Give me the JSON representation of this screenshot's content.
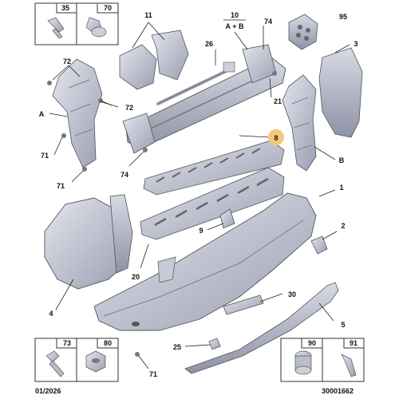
{
  "callouts": {
    "c35": "35",
    "c70": "70",
    "c11": "11",
    "c10a": "10",
    "c10b": "A + B",
    "c74a": "74",
    "c95": "95",
    "c26": "26",
    "c3": "3",
    "c72a": "72",
    "c72b": "72",
    "cA": "A",
    "c21": "21",
    "c8": "8",
    "c71a": "71",
    "c74b": "74",
    "cB": "B",
    "c71b": "71",
    "c1": "1",
    "c9": "9",
    "c2": "2",
    "c20": "20",
    "c4": "4",
    "c30": "30",
    "c5": "5",
    "c73": "73",
    "c80": "80",
    "c25": "25",
    "c71c": "71",
    "c90": "90",
    "c91": "91"
  },
  "footer": {
    "date": "01/2026",
    "ref": "30001662"
  },
  "highlight_color": "#f5c97a"
}
